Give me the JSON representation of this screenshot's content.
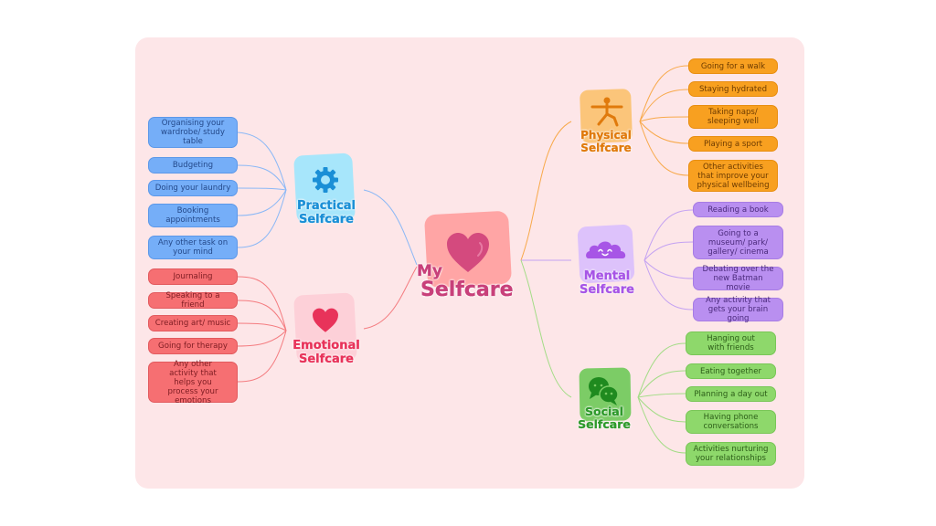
{
  "center": {
    "title_line1": "My",
    "title_line2": "Selfcare",
    "icon": "heart-icon",
    "color": "#c8407a",
    "box_color": "#ffa5a5"
  },
  "branches": {
    "practical": {
      "title_line1": "Practical",
      "title_line2": "Selfcare",
      "icon": "gear-icon",
      "color": "#1a8fd6",
      "items": [
        "Organising your wardrobe/ study table",
        "Budgeting",
        "Doing your laundry",
        "Booking appointments",
        "Any other task on your mind"
      ]
    },
    "emotional": {
      "title_line1": "Emotional",
      "title_line2": "Selfcare",
      "icon": "heart-icon",
      "color": "#e8335a",
      "items": [
        "Journaling",
        "Speaking to a friend",
        "Creating art/ music",
        "Going for therapy",
        "Any other activity that helps you process your emotions"
      ]
    },
    "physical": {
      "title_line1": "Physical",
      "title_line2": "Selfcare",
      "icon": "yoga-pose-icon",
      "color": "#e07a0c",
      "items": [
        "Going for a walk",
        "Staying hydrated",
        "Taking naps/ sleeping well",
        "Playing a sport",
        "Other activities that improve your physical wellbeing"
      ]
    },
    "mental": {
      "title_line1": "Mental",
      "title_line2": "Selfcare",
      "icon": "smiling-cloud-icon",
      "color": "#a755e6",
      "items": [
        "Reading a book",
        "Going to a museum/ park/ gallery/ cinema",
        "Debating over the new Batman movie",
        "Any activity that gets your brain going"
      ]
    },
    "social": {
      "title_line1": "Social",
      "title_line2": "Selfcare",
      "icon": "chat-bubbles-icon",
      "color": "#2f9a2c",
      "items": [
        "Hanging out with friends",
        "Eating together",
        "Planning a day out",
        "Having phone conversations",
        "Activities nurturing your relationships"
      ]
    }
  }
}
